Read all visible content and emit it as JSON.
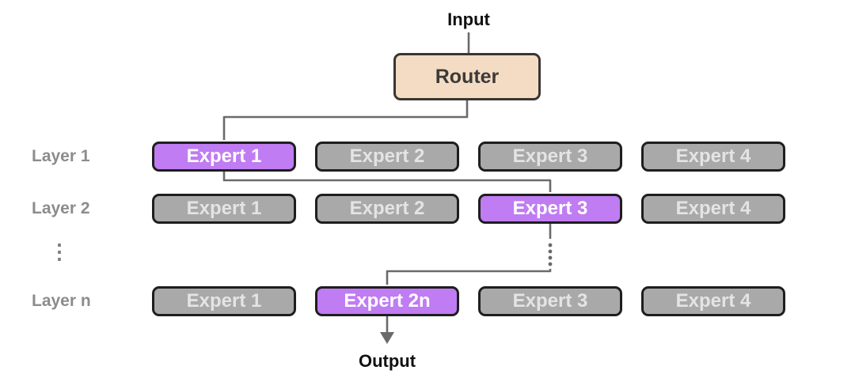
{
  "diagram": {
    "input_label": "Input",
    "router_label": "Router",
    "output_label": "Output",
    "ellipsis_glyph": "⋮",
    "layers": [
      {
        "label": "Layer 1",
        "experts": [
          {
            "label": "Expert 1",
            "active": true
          },
          {
            "label": "Expert 2",
            "active": false
          },
          {
            "label": "Expert 3",
            "active": false
          },
          {
            "label": "Expert 4",
            "active": false
          }
        ]
      },
      {
        "label": "Layer 2",
        "experts": [
          {
            "label": "Expert 1",
            "active": false
          },
          {
            "label": "Expert 2",
            "active": false
          },
          {
            "label": "Expert 3",
            "active": true
          },
          {
            "label": "Expert 4",
            "active": false
          }
        ]
      },
      {
        "label": "Layer n",
        "experts": [
          {
            "label": "Expert 1",
            "active": false
          },
          {
            "label": "Expert 2n",
            "active": true
          },
          {
            "label": "Expert 3",
            "active": false
          },
          {
            "label": "Expert 4",
            "active": false
          }
        ]
      }
    ],
    "route_path": [
      "Input",
      "Router",
      "Layer 1 / Expert 1",
      "Layer 2 / Expert 3",
      "Layer n / Expert 2n",
      "Output"
    ],
    "colors": {
      "active_expert_fill": "#C07CF2",
      "inactive_expert_fill": "#A9A9A9",
      "expert_border": "#1E1E1E",
      "router_fill": "#F4DCC4",
      "router_border": "#3A3531",
      "connector": "#6A6A6A",
      "layer_label_text": "#8C8C8C",
      "active_expert_text": "#FFFFFF",
      "inactive_expert_text": "#E4E4E4",
      "io_label_text": "#111111"
    }
  }
}
